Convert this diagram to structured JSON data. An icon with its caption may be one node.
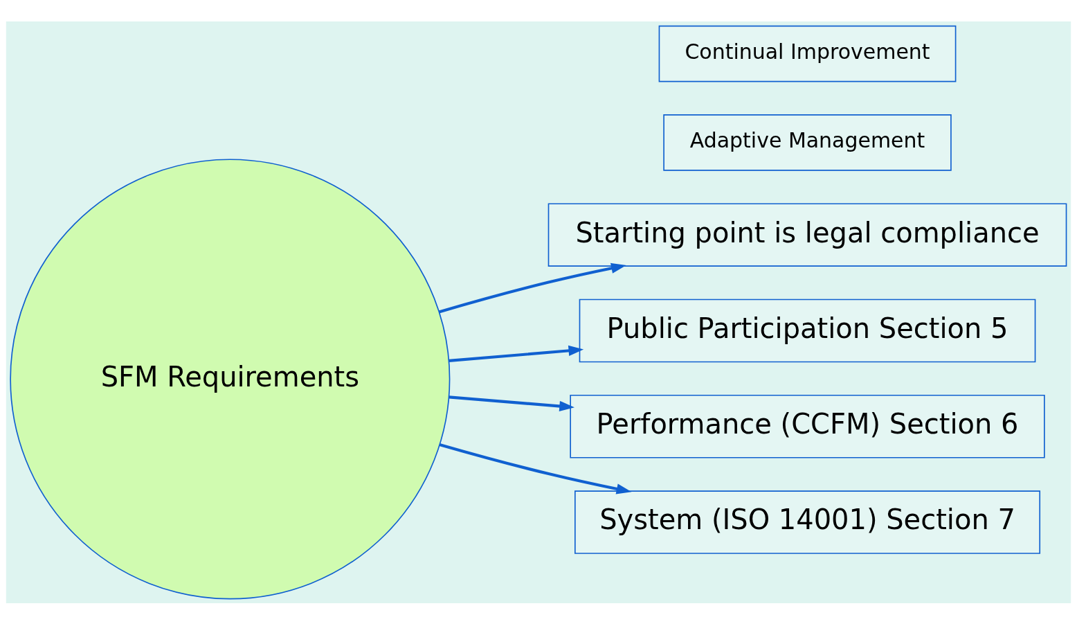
{
  "diagram": {
    "nodes": [
      {
        "text": [
          "Starting point is legal compliance"
        ]
      },
      {
        "text": [
          "SFM Requirements"
        ]
      },
      {
        "text": [
          "Public Participation Section 5"
        ]
      },
      {
        "text": [
          "Performance (CCFM) Section 6"
        ]
      },
      {
        "text": [
          "System (ISO 14001) Section 7"
        ]
      },
      {
        "text": [
          "Adaptive Management"
        ]
      },
      {
        "text": [
          "Continual Improvement"
        ]
      }
    ],
    "edges": [
      {
        "from": 1,
        "to": 0,
        "arrow": "to"
      },
      {
        "from": 1,
        "to": 2,
        "arrow": "to"
      },
      {
        "from": 1,
        "to": 3,
        "arrow": "to"
      },
      {
        "from": 1,
        "to": 4,
        "arrow": "to"
      }
    ]
  }
}
